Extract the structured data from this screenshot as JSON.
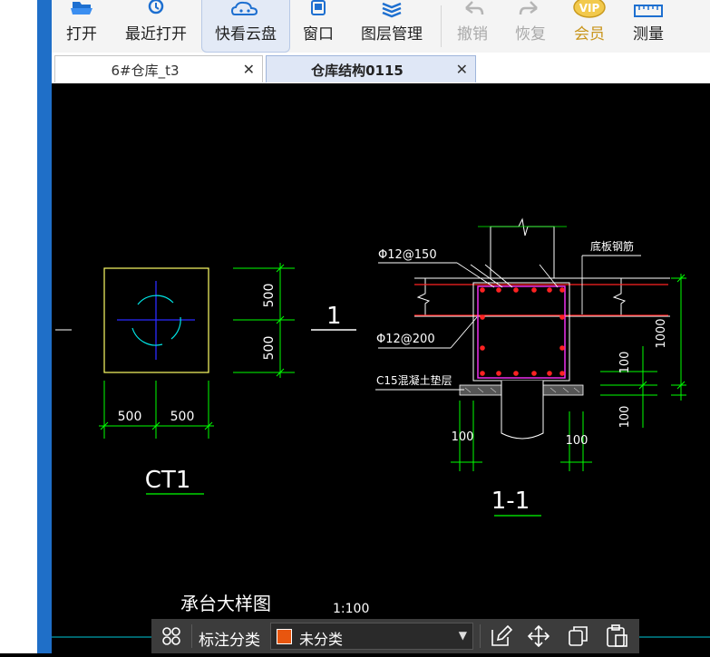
{
  "toolbar": {
    "items": [
      {
        "label": "打开",
        "icon": "folder-open-icon",
        "state": "normal"
      },
      {
        "label": "最近打开",
        "icon": "recent-clock-icon",
        "state": "normal"
      },
      {
        "label": "快看云盘",
        "icon": "cloud-drive-icon",
        "state": "active"
      },
      {
        "label": "窗口",
        "icon": "window-icon",
        "state": "normal"
      },
      {
        "label": "图层管理",
        "icon": "layers-icon",
        "state": "normal"
      },
      {
        "label": "撤销",
        "icon": "undo-icon",
        "state": "disabled"
      },
      {
        "label": "恢复",
        "icon": "redo-icon",
        "state": "disabled"
      },
      {
        "label": "会员",
        "icon": "vip-badge-icon",
        "state": "vip"
      },
      {
        "label": "测量",
        "icon": "ruler-icon",
        "state": "normal"
      }
    ],
    "vip_badge_text": "VIP"
  },
  "tabs": [
    {
      "label": "6#仓库_t3",
      "close": "✕",
      "active": false
    },
    {
      "label": "仓库结构0115",
      "close": "✕",
      "active": true
    }
  ],
  "drawing": {
    "left_detail": {
      "dim_top": "500",
      "dim_bottom": "500",
      "dim_left": "500",
      "dim_right": "500",
      "section_mark": "1",
      "title": "CT1"
    },
    "section_detail": {
      "rebar_top_label": "Φ12@150",
      "rebar_bottom_label": "Φ12@200",
      "base_rebar_label": "底板钢筋",
      "cushion_label": "C15混凝土垫层",
      "dim_height": "1000",
      "dim_cushion": "100",
      "dim_below": "100",
      "dim_left_bottom": "100",
      "dim_right_bottom": "100",
      "title": "1-1"
    },
    "sheet_title": "承台大样图",
    "scale": "1:100"
  },
  "colors": {
    "canvas_bg": "#000000",
    "line_white": "#ffffff",
    "line_green": "#00ff00",
    "line_yellow": "#ffff66",
    "line_blue": "#2b2bff",
    "line_cyan": "#00e5e5",
    "line_magenta": "#ff33ff",
    "line_red": "#ff2222",
    "category_swatch": "#e8560f",
    "accent_blue": "#1f6fc8"
  },
  "bottom_bar": {
    "grid_icon": "grid-icon",
    "category_label": "标注分类",
    "dropdown_value": "未分类",
    "dropdown_arrow": "▼",
    "tools": [
      "edit-icon",
      "move-icon",
      "copy-icon",
      "paste-icon"
    ]
  }
}
